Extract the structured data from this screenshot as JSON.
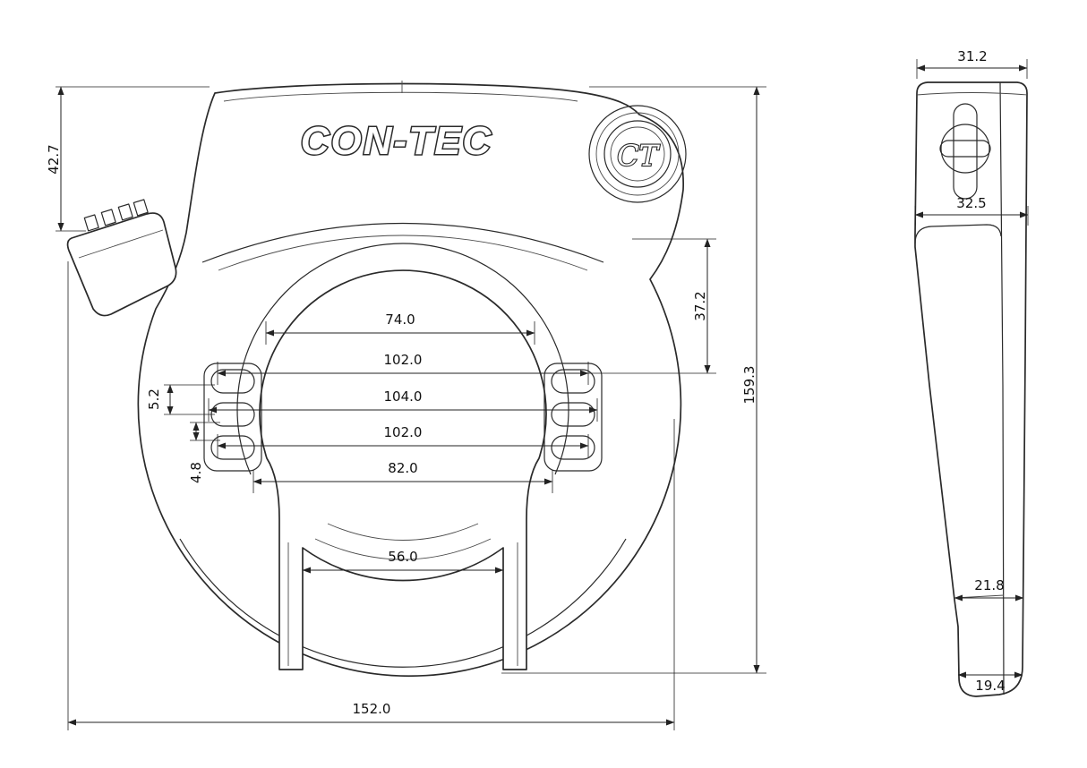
{
  "brand": {
    "logo": "CON-TEC",
    "key_monogram": "CT"
  },
  "front": {
    "dims": {
      "h427": "42.7",
      "w740": "74.0",
      "w1020_upper": "102.0",
      "w1040": "104.0",
      "w1020_lower": "102.0",
      "w820": "82.0",
      "w560": "56.0",
      "t52": "5.2",
      "t48": "4.8",
      "h372": "37.2",
      "h1593": "159.3",
      "w1520": "152.0"
    }
  },
  "side": {
    "dims": {
      "w312": "31.2",
      "w325": "32.5",
      "w218": "21.8",
      "w194": "19.4"
    }
  }
}
